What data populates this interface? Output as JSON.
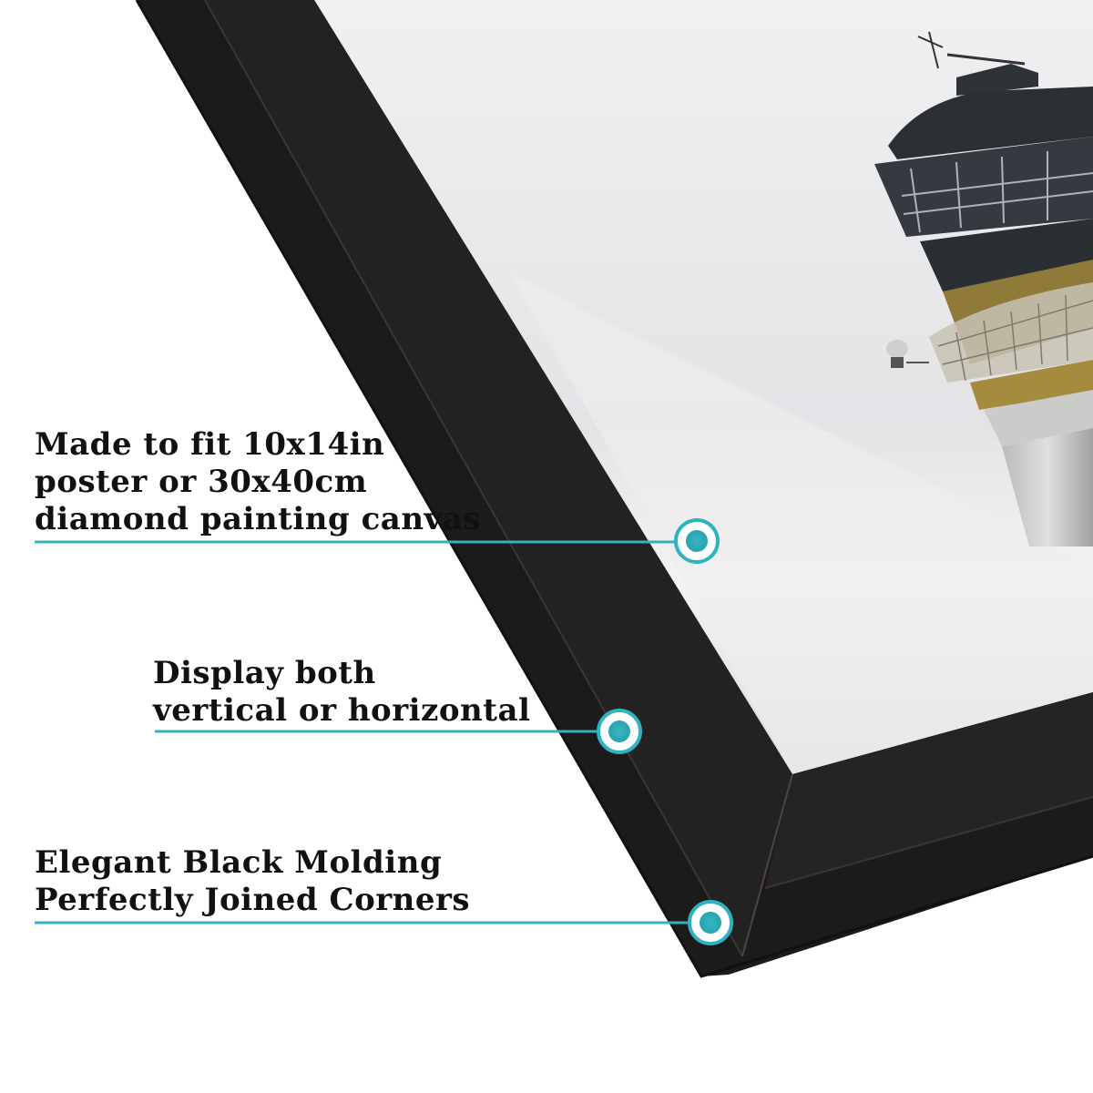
{
  "callouts": [
    {
      "lines": [
        "Made to fit 10x14in",
        "poster or 30x40cm",
        "diamond painting canvas"
      ]
    },
    {
      "lines": [
        "Display both",
        "vertical or horizontal"
      ]
    },
    {
      "lines": [
        "Elegant Black Molding",
        "Perfectly Joined Corners"
      ]
    }
  ],
  "colors": {
    "accent": "#2fb3c0",
    "frame": "#1c1a1b",
    "frame_bevel": "#3a3637",
    "sky": "#e9e9eb",
    "text": "#111111"
  },
  "image": {
    "subject": "lighthouse-photo",
    "frame": "black-picture-frame-corner"
  }
}
